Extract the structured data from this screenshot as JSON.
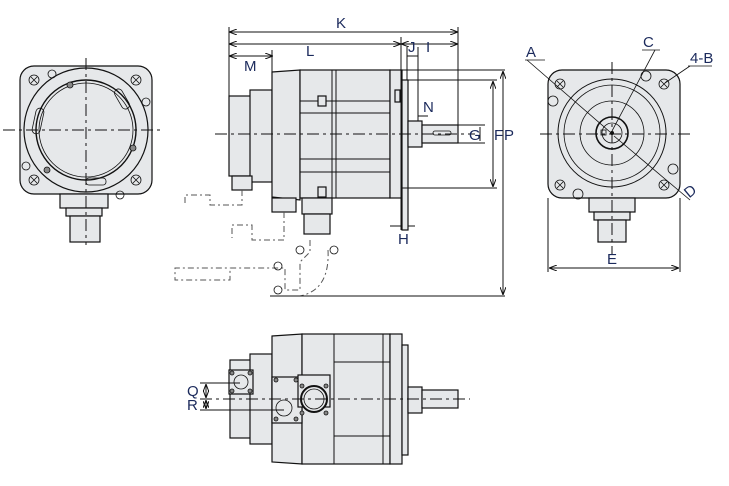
{
  "drawing": {
    "title": "Servo motor outline dimensions",
    "dimension_labels": {
      "K": "K",
      "L": "L",
      "M": "M",
      "J": "J",
      "I": "I",
      "N": "N",
      "G": "G",
      "F": "F",
      "P": "P",
      "H": "H",
      "A": "A",
      "C": "C",
      "B": "4-B",
      "D": "D",
      "E": "E",
      "Q": "Q",
      "R": "R"
    },
    "colors": {
      "body_fill": "#e6e8ea",
      "line": "#111111",
      "label": "#1b2a5c"
    }
  }
}
